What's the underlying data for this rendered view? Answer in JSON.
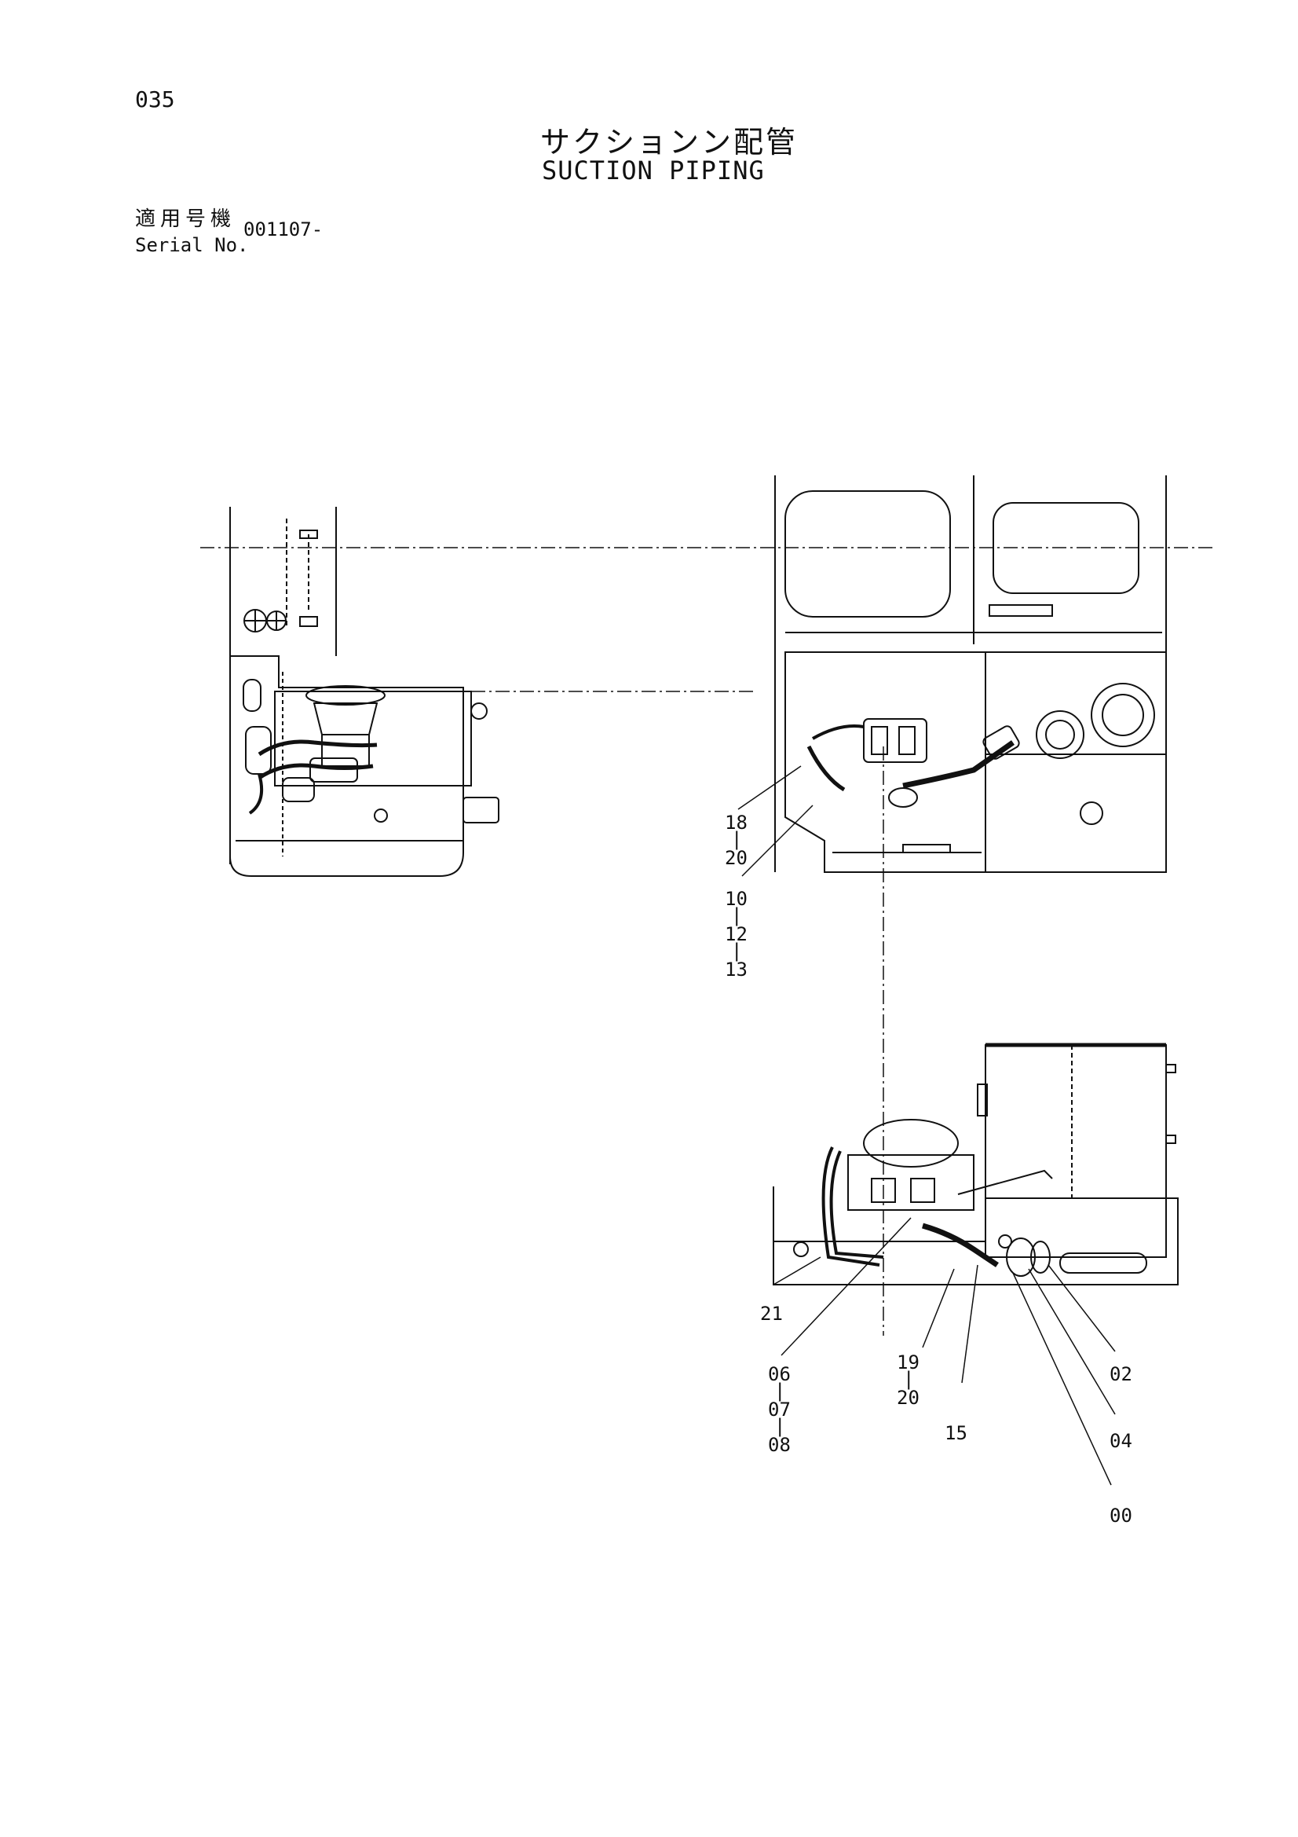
{
  "page": {
    "number": "035"
  },
  "title": {
    "japanese": "サクションン配管",
    "english": "SUCTION PIPING"
  },
  "serial": {
    "label_jp": "適用号機",
    "label_en": "Serial No.",
    "value": "001107-"
  },
  "callouts": {
    "c18": "18",
    "c20a": "20",
    "c10": "10",
    "c12": "12",
    "c13": "13",
    "c21": "21",
    "c06": "06",
    "c07": "07",
    "c08": "08",
    "c19": "19",
    "c20b": "20",
    "c15": "15",
    "c02": "02",
    "c04": "04",
    "c00": "00",
    "dash": "|"
  }
}
